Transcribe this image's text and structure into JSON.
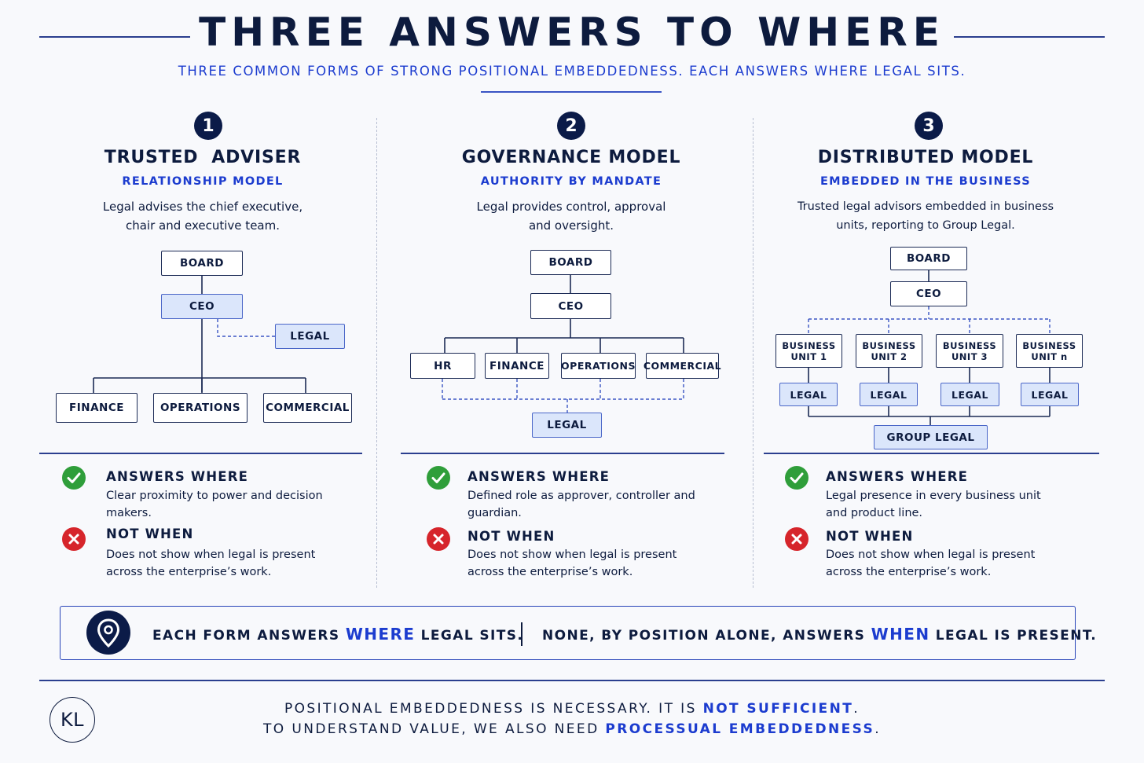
{
  "header": {
    "title": "THREE ANSWERS TO WHERE",
    "subtitle": "THREE COMMON FORMS OF STRONG POSITIONAL EMBEDDEDNESS. EACH ANSWERS WHERE LEGAL SITS."
  },
  "columns": [
    {
      "number": "1",
      "title": "TRUSTED  ADVISER",
      "subtitle": "RELATIONSHIP MODEL",
      "desc_line1": "Legal advises the chief executive,",
      "desc_line2": "chair and executive team.",
      "org": {
        "board": "BOARD",
        "ceo": "CEO",
        "legal": "LEGAL",
        "units": [
          "FINANCE",
          "OPERATIONS",
          "COMMERCIAL"
        ]
      },
      "answers_head": "ANSWERS WHERE",
      "answers_text": "Clear proximity to power and decision makers.",
      "not_head": "NOT WHEN",
      "not_text": "Does not show when legal is present across the enterprise’s work."
    },
    {
      "number": "2",
      "title": "GOVERNANCE MODEL",
      "subtitle": "AUTHORITY BY MANDATE",
      "desc_line1": "Legal provides control, approval",
      "desc_line2": "and oversight.",
      "org": {
        "board": "BOARD",
        "ceo": "CEO",
        "legal": "LEGAL",
        "units": [
          "HR",
          "FINANCE",
          "OPERATIONS",
          "COMMERCIAL"
        ]
      },
      "answers_head": "ANSWERS WHERE",
      "answers_text": "Defined role as approver, controller and guardian.",
      "not_head": "NOT WHEN",
      "not_text": "Does not show when legal is present across the enterprise’s work."
    },
    {
      "number": "3",
      "title": "DISTRIBUTED MODEL",
      "subtitle": "EMBEDDED IN THE BUSINESS",
      "desc_line1": "Trusted legal advisors embedded in business",
      "desc_line2": "units, reporting to Group Legal.",
      "org": {
        "board": "BOARD",
        "ceo": "CEO",
        "units": [
          "BUSINESS UNIT 1",
          "BUSINESS UNIT 2",
          "BUSINESS UNIT 3",
          "BUSINESS UNIT n"
        ],
        "legal": "LEGAL",
        "group_legal": "GROUP LEGAL"
      },
      "answers_head": "ANSWERS WHERE",
      "answers_text": "Legal presence in every business unit and product line.",
      "not_head": "NOT WHEN",
      "not_text": "Does not show when legal is present across the enterprise’s work."
    }
  ],
  "banner": {
    "left_pre": "EACH FORM ANSWERS ",
    "left_hl": "WHERE",
    "left_post": " LEGAL SITS.",
    "right_pre": "NONE, BY POSITION ALONE, ANSWERS ",
    "right_hl": "WHEN",
    "right_post": " LEGAL IS PRESENT."
  },
  "footer": {
    "logo": "KL",
    "line1_pre": "POSITIONAL EMBEDDEDNESS IS NECESSARY. IT IS ",
    "line1_hl": "NOT SUFFICIENT",
    "line1_post": ".",
    "line2_pre": "TO UNDERSTAND VALUE, WE ALSO NEED ",
    "line2_hl": "PROCESSUAL EMBEDDEDNESS",
    "line2_post": "."
  },
  "colors": {
    "navy": "#0d1b3e",
    "accent_blue": "#1c3ccf",
    "legal_fill": "#dbe6fb",
    "check_green": "#2f9e3a",
    "cross_red": "#d6252b"
  }
}
